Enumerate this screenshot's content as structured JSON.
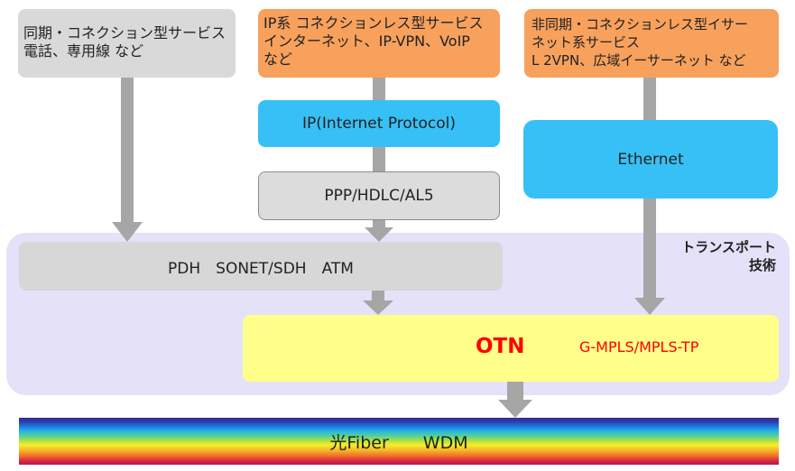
{
  "top_boxes": {
    "sync": "同期・コネクション型サービス\n電話、専用線 など",
    "ip": "IP系 コネクションレス型サービス\nインターネット、IP-VPN、VoIP\nなど",
    "async": "非同期・コネクションレス型イサー\nネット系サービス\nL 2VPN、広域イーサーネット など"
  },
  "layers": {
    "ip_protocol": "IP(Internet Protocol)",
    "ppp": "PPP/HDLC/AL5",
    "ethernet": "Ethernet",
    "pdh": "PDH　SONET/SDH　ATM",
    "otn": "OTN",
    "gmpls": "G-MPLS/MPLS-TP",
    "fiber": "光Fiber　　WDM"
  },
  "transport_label": "トランスポート\n技術",
  "colors": {
    "gray_box": "#d9d9d9",
    "orange_box": "#f7a15d",
    "blue_box": "#37c0f5",
    "panel": "#e4e1f9",
    "otn_box": "#ffff8a",
    "otn_text": "#ff0000",
    "arrow": "#a6a6a6"
  }
}
